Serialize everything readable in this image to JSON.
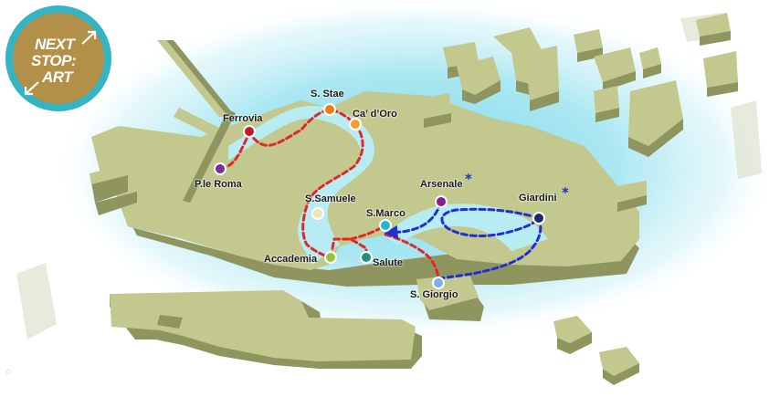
{
  "logo": {
    "line1": "NEXT",
    "line2": "STOP:",
    "line3": "ART",
    "colors": {
      "ring": "#34b3c4",
      "fill": "#b39048"
    }
  },
  "map": {
    "colors": {
      "water": "#9ce3ef",
      "land_top": "#c2c88e",
      "land_side": "#8e955f",
      "red_route": "#e02828",
      "blue_route": "#1f2fd0"
    },
    "stops": [
      {
        "id": "ferrovia",
        "label": "Ferrovia",
        "color": "#c4182c"
      },
      {
        "id": "pleroma",
        "label": "P.le Roma",
        "color": "#7a2d9a"
      },
      {
        "id": "sstae",
        "label": "S. Stae",
        "color": "#f07a10"
      },
      {
        "id": "cadoro",
        "label": "Ca’ d’Oro",
        "color": "#f4a030"
      },
      {
        "id": "ssamuele",
        "label": "S.Samuele",
        "color": "#e8e8b0"
      },
      {
        "id": "accademia",
        "label": "Accademia",
        "color": "#9ac23a"
      },
      {
        "id": "salute",
        "label": "Salute",
        "color": "#1e8f80"
      },
      {
        "id": "smarco",
        "label": "S.Marco",
        "color": "#20b8d8"
      },
      {
        "id": "arsenale",
        "label": "Arsenale",
        "color": "#8a1a90"
      },
      {
        "id": "giardini",
        "label": "Giardini",
        "color": "#1a2a6a"
      },
      {
        "id": "sgiorgio",
        "label": "S. Giorgio",
        "color": "#7ab0f0"
      }
    ],
    "starred": [
      "arsenale",
      "giardini"
    ],
    "star_symbol": "*",
    "corner_symbol": "☆"
  }
}
